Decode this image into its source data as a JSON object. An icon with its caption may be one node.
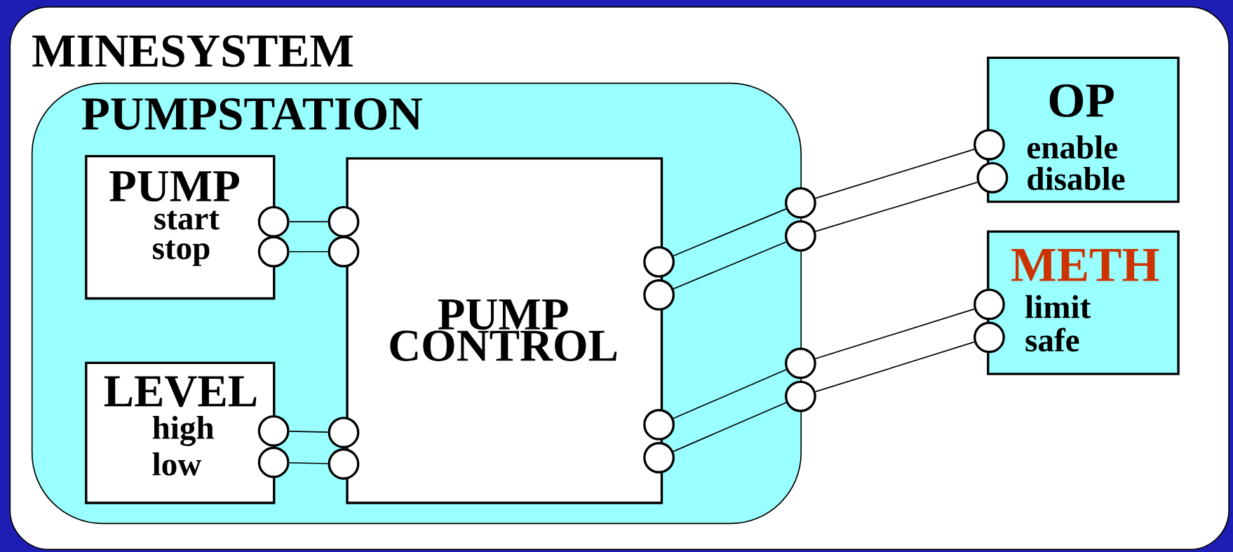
{
  "diagram": {
    "nodes": [
      {
        "text": [
          "MINESYSTEM"
        ]
      },
      {
        "text": [
          "PUMPSTATION"
        ],
        "in": 0
      },
      {
        "text": [
          "PUMP",
          "start",
          "stop"
        ],
        "in": 1
      },
      {
        "text": [
          "LEVEL",
          "high",
          "low"
        ],
        "in": 1
      },
      {
        "text": [
          "PUMP CONTROL"
        ],
        "in": 1
      },
      {
        "text": [
          "OP",
          "enable",
          "disable"
        ],
        "in": 0
      },
      {
        "text": [
          "METH",
          "limit",
          "safe"
        ],
        "in": 0
      },
      {
        "text": [],
        "shape": "circle",
        "in": 1
      },
      {
        "text": [],
        "shape": "circle",
        "in": 1
      },
      {
        "text": [],
        "shape": "circle",
        "in": 1
      },
      {
        "text": [],
        "shape": "circle",
        "in": 1
      },
      {
        "text": [],
        "shape": "circle",
        "in": 1
      },
      {
        "text": [],
        "shape": "circle",
        "in": 1
      },
      {
        "text": [],
        "shape": "circle",
        "in": 1
      },
      {
        "text": [],
        "shape": "circle",
        "in": 1
      },
      {
        "text": [],
        "shape": "circle",
        "in": 1
      },
      {
        "text": [],
        "shape": "circle",
        "in": 1
      },
      {
        "text": [],
        "shape": "circle",
        "in": 1
      },
      {
        "text": [],
        "shape": "circle",
        "in": 1
      },
      {
        "text": [],
        "shape": "circle",
        "in": 0
      },
      {
        "text": [],
        "shape": "circle",
        "in": 0
      },
      {
        "text": [],
        "shape": "circle",
        "in": 0
      },
      {
        "text": [],
        "shape": "circle",
        "in": 0
      },
      {
        "text": [],
        "shape": "circle",
        "in": 0
      },
      {
        "text": [],
        "shape": "circle",
        "in": 0
      },
      {
        "text": [],
        "shape": "circle",
        "in": 0
      },
      {
        "text": [],
        "shape": "circle",
        "in": 0
      }
    ],
    "edges": [
      {
        "from": 7,
        "to": 9,
        "arrow": "none"
      },
      {
        "from": 8,
        "to": 10,
        "arrow": "none"
      },
      {
        "from": 11,
        "to": 13,
        "arrow": "none"
      },
      {
        "from": 12,
        "to": 14,
        "arrow": "none"
      },
      {
        "from": 15,
        "to": 19,
        "arrow": "none"
      },
      {
        "from": 16,
        "to": 20,
        "arrow": "none"
      },
      {
        "from": 17,
        "to": 21,
        "arrow": "none"
      },
      {
        "from": 18,
        "to": 22,
        "arrow": "none"
      },
      {
        "from": 19,
        "to": 23,
        "arrow": "none"
      },
      {
        "from": 20,
        "to": 24,
        "arrow": "none"
      },
      {
        "from": 21,
        "to": 25,
        "arrow": "none"
      },
      {
        "from": 22,
        "to": 26,
        "arrow": "none"
      }
    ]
  }
}
